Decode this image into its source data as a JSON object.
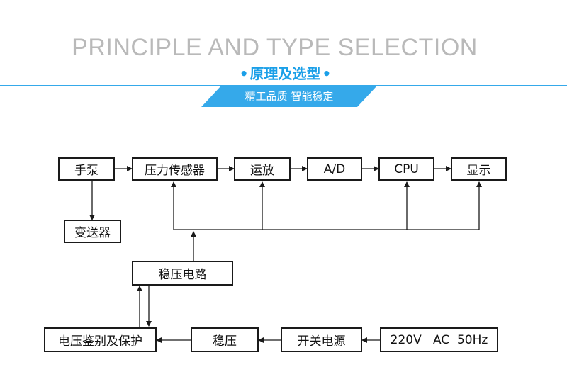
{
  "header": {
    "title_en": "PRINCIPLE AND TYPE SELECTION",
    "title_cn": "原理及选型",
    "subtitle": "精工品质  智能稳定",
    "accent_color": "#35a9ea"
  },
  "diagram": {
    "blocks": {
      "hand_pump": "手泵",
      "pressure_sensor": "压力传感器",
      "amplifier": "运放",
      "adc": "A/D",
      "cpu": "CPU",
      "display": "显示",
      "transmitter": "变送器",
      "regulator_circuit": "稳压电路",
      "voltage_protect": "电压鉴别及保护",
      "regulator": "稳压",
      "switching_psu": "开关电源",
      "mains": "220V   AC  50Hz"
    }
  }
}
